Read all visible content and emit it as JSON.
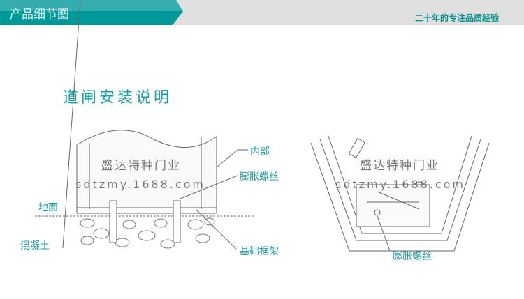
{
  "header": {
    "title": "产品细节图",
    "slogan": "二十年的专注品质经验",
    "accent": "#009999"
  },
  "main": {
    "title": "道闸安装说明",
    "left_diagram": {
      "labels": {
        "inner": "内部",
        "bolt": "膨胀螺丝",
        "ground": "地面",
        "concrete": "混凝土",
        "frame": "基础框架"
      },
      "watermark_name": "盛达特种门业",
      "watermark_url": "sdtzmy.1688.com"
    },
    "right_diagram": {
      "labels": {
        "bolt": "膨胀螺丝"
      },
      "watermark_name": "盛达特种门业",
      "watermark_url": "sdtzmy.1688.com"
    }
  }
}
